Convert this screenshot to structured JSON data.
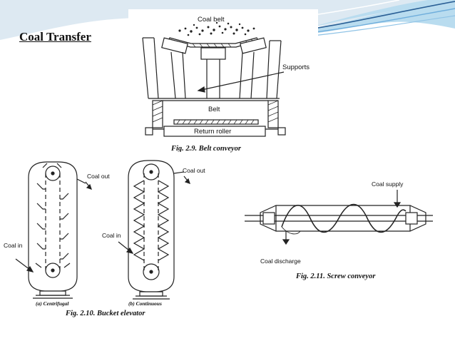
{
  "slide": {
    "title": "Coal Transfer",
    "accent_colors": [
      "#2a5f95",
      "#6faedc",
      "#b9dcef",
      "#dde9f2"
    ]
  },
  "belt_conveyor": {
    "label_coal_belt": "Coal belt",
    "label_supports": "Supports",
    "label_belt": "Belt",
    "label_return_roller": "Return roller",
    "caption": "Fig. 2.9. Belt conveyor"
  },
  "bucket_elevator": {
    "label_coal_out_left": "Coal out",
    "label_coal_out_right": "Coal out",
    "label_coal_in_left": "Coal in",
    "label_coal_in_right": "Coal in",
    "sub_caption_a": "(a) Centrifugal",
    "sub_caption_b": "(b) Continuous",
    "caption": "Fig. 2.10. Bucket elevator"
  },
  "screw_conveyor": {
    "label_coal_supply": "Coal supply",
    "label_coal_discharge": "Coal discharge",
    "caption": "Fig. 2.11. Screw conveyor"
  }
}
